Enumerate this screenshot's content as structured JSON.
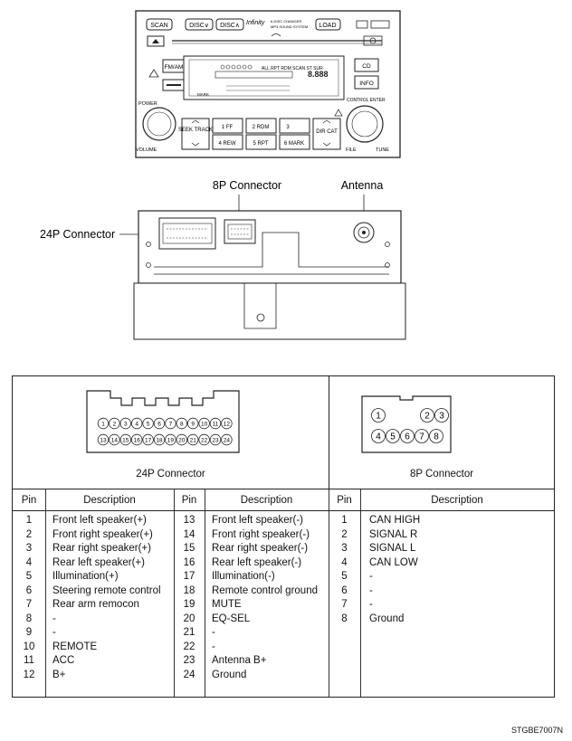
{
  "head_unit": {
    "buttons": {
      "scan": "SCAN",
      "disc_down": "DISC∨",
      "disc_up": "DISC∧",
      "load": "LOAD",
      "fm_am": "FM/AM",
      "power": "POWER",
      "volume": "VOLUME",
      "seek_track": "SEEK TRACK",
      "dir_cat": "DIR CAT",
      "cd": "CD",
      "info": "INFO",
      "control_enter": "CONTROL ENTER",
      "file": "FILE",
      "tune": "TUNE",
      "preset_1": "1 FF",
      "preset_2": "2 RDM",
      "preset_3": "3",
      "preset_4": "4 REW",
      "preset_5": "5 RPT",
      "preset_6": "6 MARK"
    },
    "brand": "Infinity",
    "brand_sub1": "6-DISC CHANGER",
    "brand_sub2": "MP3 SOUND SYSTEM",
    "display_indicators": "ALL RPT RDM SCAN ST SUR",
    "mark_label": "MARK"
  },
  "rear_view": {
    "connector_8p_label": "8P Connector",
    "antenna_label": "Antenna",
    "connector_24p_label": "24P Connector"
  },
  "pin_table": {
    "connector_24p_caption": "24P Connector",
    "connector_8p_caption": "8P Connector",
    "pins_24p_top": [
      "1",
      "2",
      "3",
      "4",
      "5",
      "6",
      "7",
      "8",
      "9",
      "10",
      "11",
      "12"
    ],
    "pins_24p_bottom": [
      "13",
      "14",
      "15",
      "16",
      "17",
      "18",
      "19",
      "20",
      "21",
      "22",
      "23",
      "24"
    ],
    "pins_8p_top": [
      "1",
      "2",
      "3"
    ],
    "pins_8p_bottom": [
      "4",
      "5",
      "6",
      "7",
      "8"
    ],
    "headers": {
      "pin_1": "Pin",
      "desc_1": "Description",
      "pin_2": "Pin",
      "desc_2": "Description",
      "pin_3": "Pin",
      "desc_3": "Description"
    },
    "col1": [
      {
        "pin": "1",
        "desc": "Front left speaker(+)"
      },
      {
        "pin": "2",
        "desc": "Front right speaker(+)"
      },
      {
        "pin": "3",
        "desc": "Rear right speaker(+)"
      },
      {
        "pin": "4",
        "desc": "Rear left speaker(+)"
      },
      {
        "pin": "5",
        "desc": "Illumination(+)"
      },
      {
        "pin": "6",
        "desc": "Steering remote control"
      },
      {
        "pin": "7",
        "desc": "Rear arm remocon"
      },
      {
        "pin": "8",
        "desc": "-"
      },
      {
        "pin": "9",
        "desc": "-"
      },
      {
        "pin": "10",
        "desc": "REMOTE"
      },
      {
        "pin": "11",
        "desc": "ACC"
      },
      {
        "pin": "12",
        "desc": "B+"
      }
    ],
    "col2": [
      {
        "pin": "13",
        "desc": "Front left speaker(-)"
      },
      {
        "pin": "14",
        "desc": "Front right speaker(-)"
      },
      {
        "pin": "15",
        "desc": "Rear right speaker(-)"
      },
      {
        "pin": "16",
        "desc": "Rear left speaker(-)"
      },
      {
        "pin": "17",
        "desc": "Illumination(-)"
      },
      {
        "pin": "18",
        "desc": "Remote control ground"
      },
      {
        "pin": "19",
        "desc": "MUTE"
      },
      {
        "pin": "20",
        "desc": "EQ-SEL"
      },
      {
        "pin": "21",
        "desc": "-"
      },
      {
        "pin": "22",
        "desc": "-"
      },
      {
        "pin": "23",
        "desc": "Antenna B+"
      },
      {
        "pin": "24",
        "desc": "Ground"
      }
    ],
    "col3": [
      {
        "pin": "1",
        "desc": "CAN HIGH"
      },
      {
        "pin": "2",
        "desc": "SIGNAL R"
      },
      {
        "pin": "3",
        "desc": "SIGNAL L"
      },
      {
        "pin": "4",
        "desc": "CAN LOW"
      },
      {
        "pin": "5",
        "desc": "-"
      },
      {
        "pin": "6",
        "desc": "-"
      },
      {
        "pin": "7",
        "desc": "-"
      },
      {
        "pin": "8",
        "desc": "Ground"
      }
    ]
  },
  "reference_code": "STGBE7007N"
}
